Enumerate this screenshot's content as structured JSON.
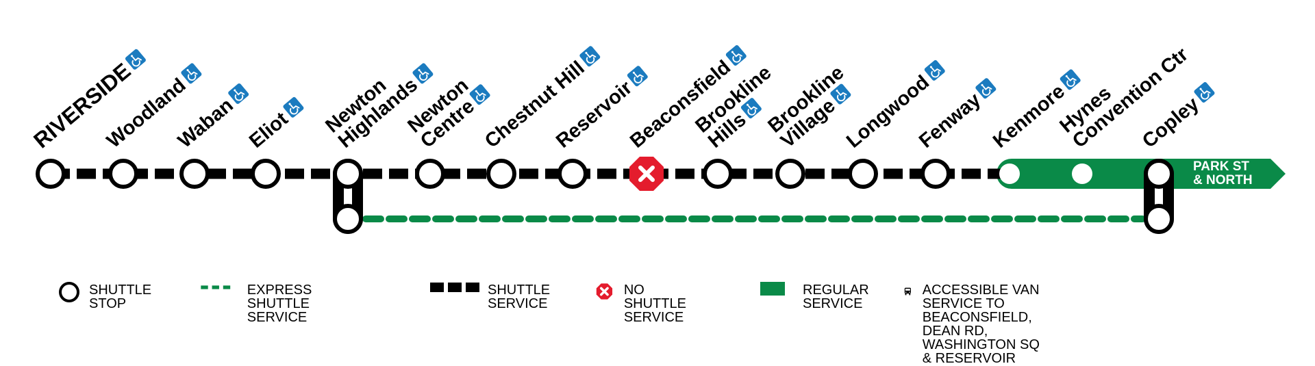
{
  "colors": {
    "green": "#0a8a48",
    "black": "#000000",
    "red": "#e41c2d",
    "access_blue": "#1b7bbf"
  },
  "stations": [
    {
      "name": "RIVERSIDE",
      "lines": [
        "RIVERSIDE"
      ],
      "accessible": true,
      "terminal": true
    },
    {
      "name": "Woodland",
      "lines": [
        "Woodland"
      ],
      "accessible": true
    },
    {
      "name": "Waban",
      "lines": [
        "Waban"
      ],
      "accessible": true
    },
    {
      "name": "Eliot",
      "lines": [
        "Eliot"
      ],
      "accessible": true
    },
    {
      "name": "Newton Highlands",
      "lines": [
        "Newton",
        "Highlands"
      ],
      "accessible": true,
      "express_stop": true
    },
    {
      "name": "Newton Centre",
      "lines": [
        "Newton",
        "Centre"
      ],
      "accessible": true
    },
    {
      "name": "Chestnut Hill",
      "lines": [
        "Chestnut Hill"
      ],
      "accessible": true
    },
    {
      "name": "Reservoir",
      "lines": [
        "Reservoir"
      ],
      "accessible": true
    },
    {
      "name": "Beaconsfield",
      "lines": [
        "Beaconsfield"
      ],
      "accessible": true,
      "no_shuttle": true
    },
    {
      "name": "Brookline Hills",
      "lines": [
        "Brookline",
        "Hills"
      ],
      "accessible": true
    },
    {
      "name": "Brookline Village",
      "lines": [
        "Brookline",
        "Village"
      ],
      "accessible": true
    },
    {
      "name": "Longwood",
      "lines": [
        "Longwood"
      ],
      "accessible": true
    },
    {
      "name": "Fenway",
      "lines": [
        "Fenway"
      ],
      "accessible": true
    },
    {
      "name": "Kenmore",
      "lines": [
        "Kenmore"
      ],
      "accessible": true,
      "regular": true
    },
    {
      "name": "Hynes Convention Ctr",
      "lines": [
        "Hynes",
        "Convention Ctr"
      ],
      "accessible": false,
      "regular": true
    },
    {
      "name": "Copley",
      "lines": [
        "Copley"
      ],
      "accessible": true,
      "regular": true,
      "express_stop": true
    }
  ],
  "destination": {
    "line1": "PARK ST",
    "line2": "& NORTH"
  },
  "legend": {
    "shuttle_stop": "SHUTTLE\nSTOP",
    "express": "EXPRESS\nSHUTTLE SERVICE",
    "shuttle_service": "SHUTTLE\nSERVICE",
    "no_shuttle": "NO SHUTTLE\nSERVICE",
    "regular": "REGULAR\nSERVICE",
    "van": "ACCESSIBLE VAN SERVICE TO BEACONSFIELD,\nDEAN RD, WASHINGTON SQ & RESERVOIR"
  },
  "icons": {
    "accessible": "wheelchair-icon",
    "no_shuttle": "x-mark-icon",
    "van": "van-icon"
  }
}
